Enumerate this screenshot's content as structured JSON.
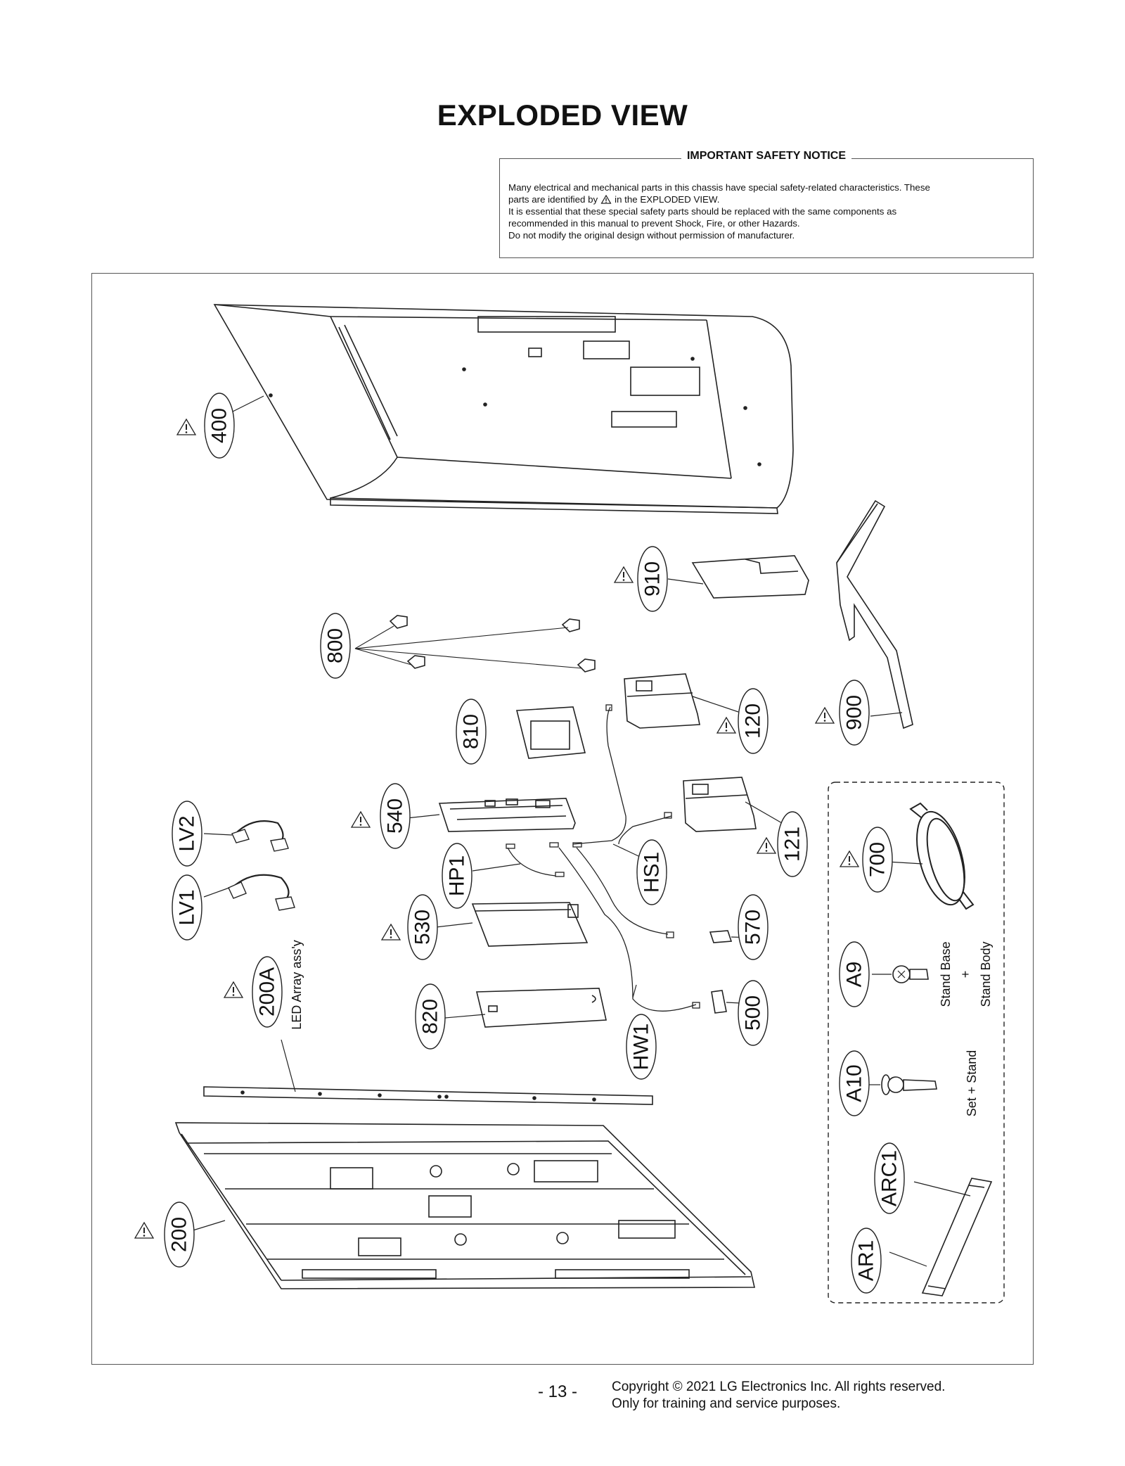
{
  "header": {
    "title": "EXPLODED VIEW"
  },
  "notice": {
    "title": "IMPORTANT SAFETY NOTICE",
    "line1a": "Many electrical and mechanical parts in this chassis have special safety-related characteristics. These",
    "line1b_pre": "parts are identified by",
    "line1b_post": "in the EXPLODED VIEW.",
    "line2": "It is essential that these special safety parts should be replaced with the same components as",
    "line3": "recommended in this manual to prevent Shock, Fire, or other Hazards.",
    "line4": "Do not modify the original design without permission of manufacturer."
  },
  "parts": {
    "p400": "400",
    "p910": "910",
    "p800": "800",
    "p810": "810",
    "p120": "120",
    "p900": "900",
    "p540": "540",
    "p121": "121",
    "pLV2": "LV2",
    "pLV1": "LV1",
    "pHP1": "HP1",
    "pHS1": "HS1",
    "p530": "530",
    "p570": "570",
    "p700": "700",
    "p200A": "200A",
    "p820": "820",
    "p500": "500",
    "pHW1": "HW1",
    "pA9": "A9",
    "pA10": "A10",
    "pARC1": "ARC1",
    "pAR1": "AR1",
    "p200": "200"
  },
  "annotations": {
    "led_array": "LED Array ass'y",
    "a9_line1": "Stand Base",
    "a9_plus": "+",
    "a9_line2": "Stand Body",
    "a10": "Set + Stand"
  },
  "footer": {
    "page": "- 13 -",
    "copyright": "Copyright © 2021 LG Electronics Inc. All rights reserved.",
    "purpose": "Only for training and service purposes."
  }
}
